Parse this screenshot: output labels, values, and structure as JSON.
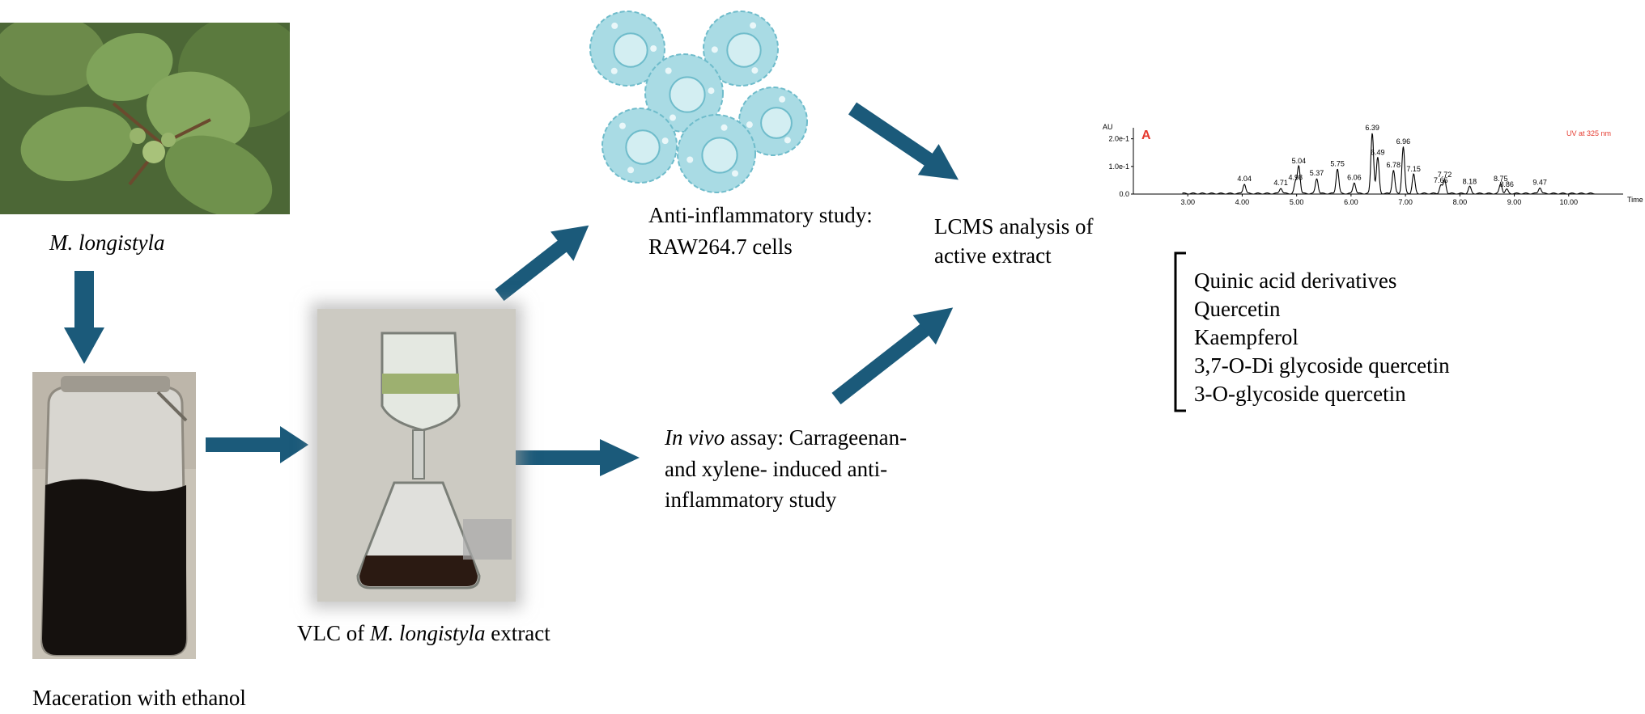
{
  "colors": {
    "arrow": "#1b5a7a",
    "cell_fill": "#a9dbe4",
    "cell_stroke": "#6fbccb",
    "chromatogram_panel_tag": "#e53a2f"
  },
  "plant": {
    "caption_italic": "M. longistyla"
  },
  "maceration": {
    "caption": "Maceration with ethanol"
  },
  "vlc": {
    "caption_prefix": "VLC of ",
    "caption_italic": "M. longistyla",
    "caption_suffix": " extract"
  },
  "in_vitro": {
    "line1": "Anti-inflammatory study:",
    "line2": "RAW264.7 cells"
  },
  "in_vivo": {
    "line1_italic": "In vivo",
    "line1_rest": " assay: Carrageenan-",
    "line2": "and xylene- induced anti-",
    "line3": "inflammatory study"
  },
  "lcms": {
    "line1": "LCMS analysis of",
    "line2": "active extract"
  },
  "chromatogram": {
    "panel_tag": "A",
    "detector_label": "UV at 325 nm",
    "y_axis_title": "AU",
    "y_ticks": [
      "2.0e-1",
      "1.0e-1",
      "0.0"
    ],
    "x_axis_title": "Time",
    "x_ticks": [
      "3.00",
      "4.00",
      "5.00",
      "6.00",
      "7.00",
      "8.00",
      "9.00",
      "10.00"
    ],
    "peak_labels": [
      "4.04",
      "4.71",
      "4.98",
      "5.04",
      "5.37",
      "5.75",
      "6.06",
      "6.39",
      "6.49",
      "6.78",
      "6.96",
      "7.15",
      "7.65",
      "7.72",
      "8.18",
      "8.75",
      "8.86",
      "9.47"
    ]
  },
  "compounds": [
    "Quinic acid derivatives",
    "Quercetin",
    "Kaempferol",
    "3,7-O-Di glycoside quercetin",
    "3-O-glycoside quercetin"
  ]
}
